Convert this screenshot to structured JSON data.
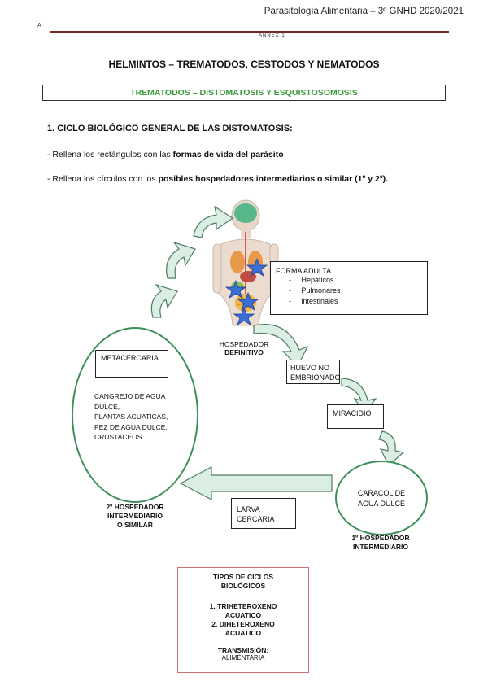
{
  "header": {
    "course": "Parasitología Alimentaria – 3º GNHD 2020/2021",
    "page_mark": "A",
    "rule_label": "ANNEX 1"
  },
  "title": "HELMINTOS – TREMATODOS, CESTODOS Y NEMATODOS",
  "subtitle": "TREMATODOS – DISTOMATOSIS Y ESQUISTOSOMOSIS",
  "section": "1. CICLO BIOLÓGICO GENERAL DE LAS DISTOMATOSIS:",
  "instructions": [
    {
      "pre": "- Rellena los rectángulos con las ",
      "bold": "formas de vida del parásito",
      "post": ""
    },
    {
      "pre": "- Rellena los círculos con los ",
      "bold": "posibles hospedadores intermediarios o similar (1º y 2º).",
      "post": ""
    }
  ],
  "diagram": {
    "adult_title": "FORMA ADULTA",
    "adult_items": [
      "Hepáticos",
      "Pulmonares",
      "intestinales"
    ],
    "host_def_line1": "HOSPEDADOR",
    "host_def_line2": "DEFINITIVO",
    "huevo": "HUEVO NO EMBRIONADO",
    "miracidio": "MIRACIDIO",
    "caracol": "CARACOL DE AGUA DULCE",
    "host1_line1": "1º HOSPEDADOR",
    "host1_line2": "INTERMEDIARIO",
    "larva": "LARVA CERCARIA",
    "metacercaria": "METACERCARIA",
    "host2_content": [
      "CANGREJO DE AGUA DULCE,",
      "PLANTAS ACUATICAS,",
      "PEZ DE AGUA DULCE,",
      "CRUSTACEOS"
    ],
    "host2_line1": "2º HOSPEDADOR",
    "host2_line2": "INTERMEDIARIO",
    "host2_line3": "O SIMILAR",
    "colors": {
      "oval": "#3e8f5a",
      "arrow_fill": "#dbeee4",
      "arrow_stroke": "#4f7d66",
      "star": "#3a6fd8"
    }
  },
  "tipos": {
    "heading1": "TIPOS DE CICLOS",
    "heading2": "BIOLÓGICOS",
    "item1_a": "1.   TRIHETEROXENO",
    "item1_b": "ACUATICO",
    "item2_a": "2.   DIHETEROXENO",
    "item2_b": "ACUATICO",
    "trans_label": "TRANSMISIÓN:",
    "trans_value": "ALIMENTARIA"
  }
}
